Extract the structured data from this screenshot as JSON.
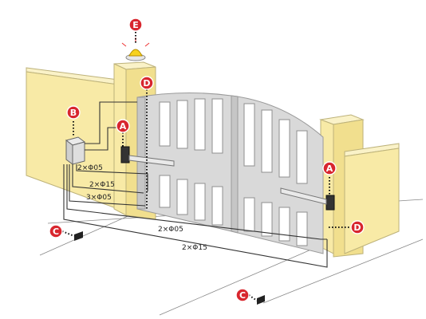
{
  "callouts": {
    "A_left": "A",
    "A_right": "A",
    "B": "B",
    "C_left": "C",
    "C_right": "C",
    "D_top": "D",
    "D_right": "D",
    "E": "E"
  },
  "cables": {
    "short_top": "2×Φ05",
    "short_mid": "2×Φ15",
    "short_bottom": "3×Φ05",
    "long_top": "2×Φ05",
    "long_bottom": "2×Φ15"
  },
  "colors": {
    "wall": "#f8eaa6",
    "gate": "#d9d9d9",
    "callout": "#d8262e",
    "lamp": "#f7d21e"
  }
}
